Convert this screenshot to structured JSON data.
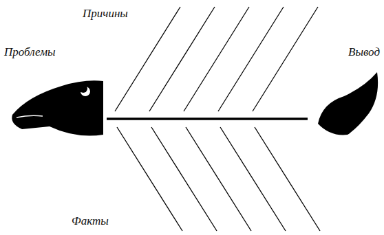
{
  "diagram": {
    "labels": [
      "Причины",
      "Проблемы",
      "Вывод",
      "Факты"
    ]
  }
}
